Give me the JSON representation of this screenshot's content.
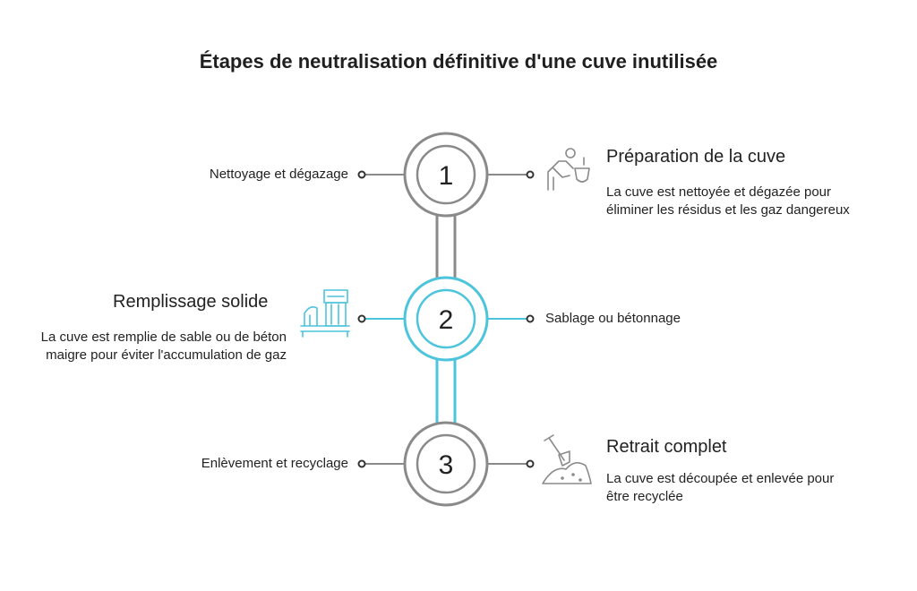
{
  "title": "Étapes de neutralisation définitive d'une cuve inutilisée",
  "colors": {
    "gray": "#8a8a8a",
    "accent": "#4cc4dc",
    "text": "#222222"
  },
  "steps": [
    {
      "number": "1",
      "side_label": "Nettoyage et dégazage",
      "heading": "Préparation de la cuve",
      "description": "La cuve est nettoyée et dégazée pour éliminer les résidus et les gaz dangereux",
      "icon": "worker-cleaning-icon",
      "highlighted": false
    },
    {
      "number": "2",
      "side_label": "Sablage ou bétonnage",
      "heading": "Remplissage solide",
      "description": "La cuve est remplie de sable ou de béton maigre pour éviter l'accumulation de gaz",
      "icon": "filling-tank-icon",
      "highlighted": true
    },
    {
      "number": "3",
      "side_label": "Enlèvement et recyclage",
      "heading": "Retrait complet",
      "description": "La cuve est découpée et enlevée pour être recyclée",
      "icon": "shovel-pile-icon",
      "highlighted": false
    }
  ]
}
